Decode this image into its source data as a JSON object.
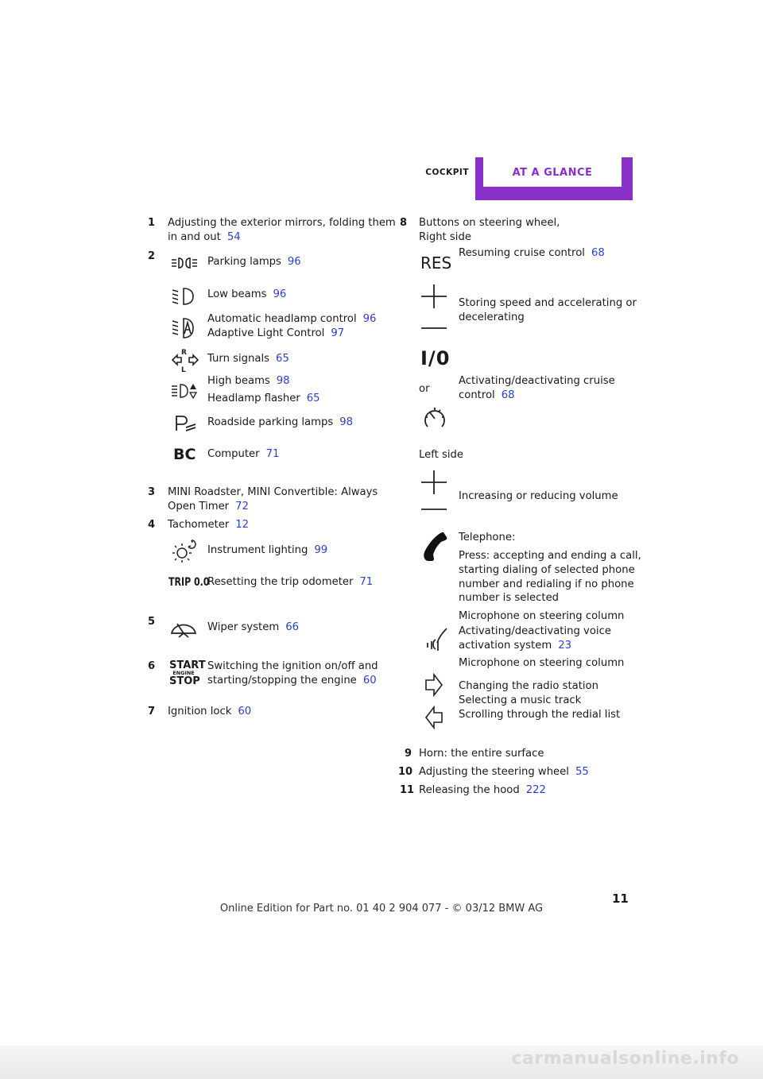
{
  "header": {
    "section": "COCKPIT",
    "tab": "AT A GLANCE"
  },
  "left": {
    "i1": {
      "num": "1",
      "line1": "Adjusting the exterior mirrors, folding them",
      "line2": "in and out",
      "ref": "54"
    },
    "i2": {
      "num": "2",
      "rows": [
        {
          "text": "Parking lamps",
          "ref": "96"
        },
        {
          "text": "Low beams",
          "ref": "96"
        },
        {
          "text": "Automatic headlamp control",
          "ref": "96",
          "text2": "Adaptive Light Control",
          "ref2": "97"
        },
        {
          "text": "Turn signals",
          "ref": "65"
        },
        {
          "text": "High beams",
          "ref": "98",
          "text2": "Headlamp flasher",
          "ref2": "65"
        },
        {
          "text": "Roadside parking lamps",
          "ref": "98"
        },
        {
          "text": "Computer",
          "ref": "71"
        }
      ]
    },
    "i3": {
      "num": "3",
      "line1": "MINI Roadster, MINI Convertible: Always",
      "line2": "Open Timer",
      "ref": "72"
    },
    "i4": {
      "num": "4",
      "text": "Tachometer",
      "ref": "12",
      "rows": [
        {
          "text": "Instrument lighting",
          "ref": "99"
        },
        {
          "text": "Resetting the trip odometer",
          "ref": "71"
        }
      ]
    },
    "i5": {
      "num": "5",
      "text": "Wiper system",
      "ref": "66"
    },
    "i6": {
      "num": "6",
      "line1": "Switching the ignition on/off and",
      "line2": "starting/stopping the engine",
      "ref": "60"
    },
    "i7": {
      "num": "7",
      "text": "Ignition lock",
      "ref": "60"
    }
  },
  "right": {
    "i8": {
      "num": "8",
      "line1": "Buttons on steering wheel,",
      "line2": "Right side"
    },
    "res": {
      "text": "Resuming cruise control",
      "ref": "68"
    },
    "store": {
      "line1": "Storing speed and accelerating or",
      "line2": "decelerating"
    },
    "or": "or",
    "cruise": {
      "line1": "Activating/deactivating cruise",
      "line2": "control",
      "ref": "68"
    },
    "left_side": "Left side",
    "volume": "Increasing or reducing volume",
    "phone": {
      "title": "Telephone:",
      "l1": "Press: accepting and ending a call,",
      "l2": "starting dialing of selected phone",
      "l3": "number and redialing if no phone",
      "l4": "number is selected"
    },
    "voice": {
      "l1": "Microphone on steering column",
      "l2": "Activating/deactivating voice",
      "l3": "activation system",
      "ref": "23",
      "l4": "Microphone on steering column"
    },
    "radio": {
      "l1": "Changing the radio station",
      "l2": "Selecting a music track",
      "l3": "Scrolling through the redial list"
    },
    "i9": {
      "num": "9",
      "text": "Horn: the entire surface"
    },
    "i10": {
      "num": "10",
      "text": "Adjusting the steering wheel",
      "ref": "55"
    },
    "i11": {
      "num": "11",
      "text": "Releasing the hood",
      "ref": "222"
    }
  },
  "icons": {
    "res": "RES",
    "io": "I/0",
    "bc": "BC",
    "trip": "TRIP 0.0",
    "start": "START",
    "engine": "ENGINE",
    "stop": "STOP"
  },
  "footer": {
    "page_number": "11",
    "edition": "Online Edition for Part no. 01 40 2 904 077 - © 03/12 BMW AG",
    "watermark": "carmanualsonline.info"
  }
}
